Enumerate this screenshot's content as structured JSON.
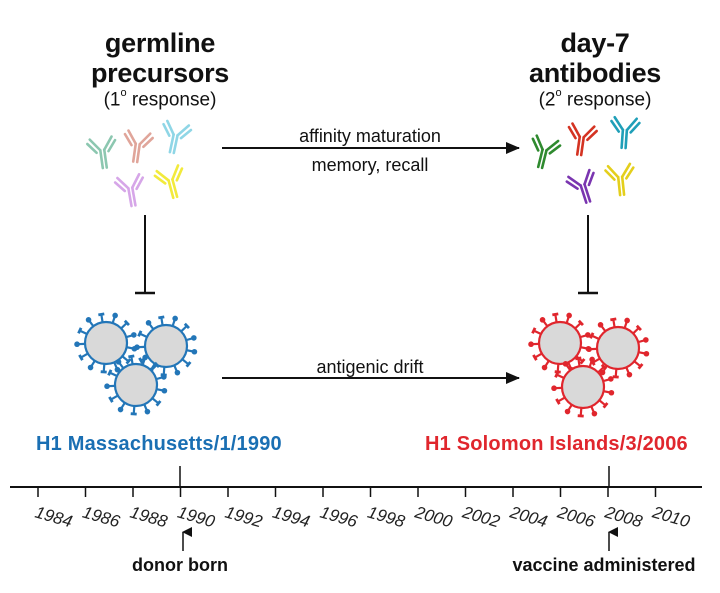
{
  "left": {
    "heading_line1": "germline",
    "heading_line2": "precursors",
    "response_num": "(1",
    "response_sup": "o",
    "response_text": " response)",
    "strain": "H1 Massachusetts/1/1990",
    "strain_color": "#1a6fb3"
  },
  "right": {
    "heading_line1": "day-7",
    "heading_line2": "antibodies",
    "response_num": "(2",
    "response_sup": "o",
    "response_text": " response)",
    "strain": "H1 Solomon Islands/3/2006",
    "strain_color": "#e0262d"
  },
  "arrows": {
    "top_line1": "affinity maturation",
    "top_line2": "memory, recall",
    "bottom": "antigenic drift"
  },
  "timeline": {
    "years": [
      "1984",
      "1986",
      "1988",
      "1990",
      "1992",
      "1994",
      "1996",
      "1998",
      "2000",
      "2002",
      "2004",
      "2006",
      "2008",
      "2010"
    ],
    "donor_label": "donor born",
    "vaccine_label": "vaccine administered"
  },
  "colors": {
    "germline_antibodies": [
      "#8cc7b0",
      "#e0a59a",
      "#8fd6e6",
      "#d6a6e8",
      "#f2ea3c"
    ],
    "mature_antibodies": [
      "#2f8a2f",
      "#d43322",
      "#1f9fb8",
      "#7a35b0",
      "#e4cf1c"
    ],
    "virus_blue": "#2376b8",
    "virus_red": "#e0262d",
    "virus_fill": "#d9d9d9"
  }
}
